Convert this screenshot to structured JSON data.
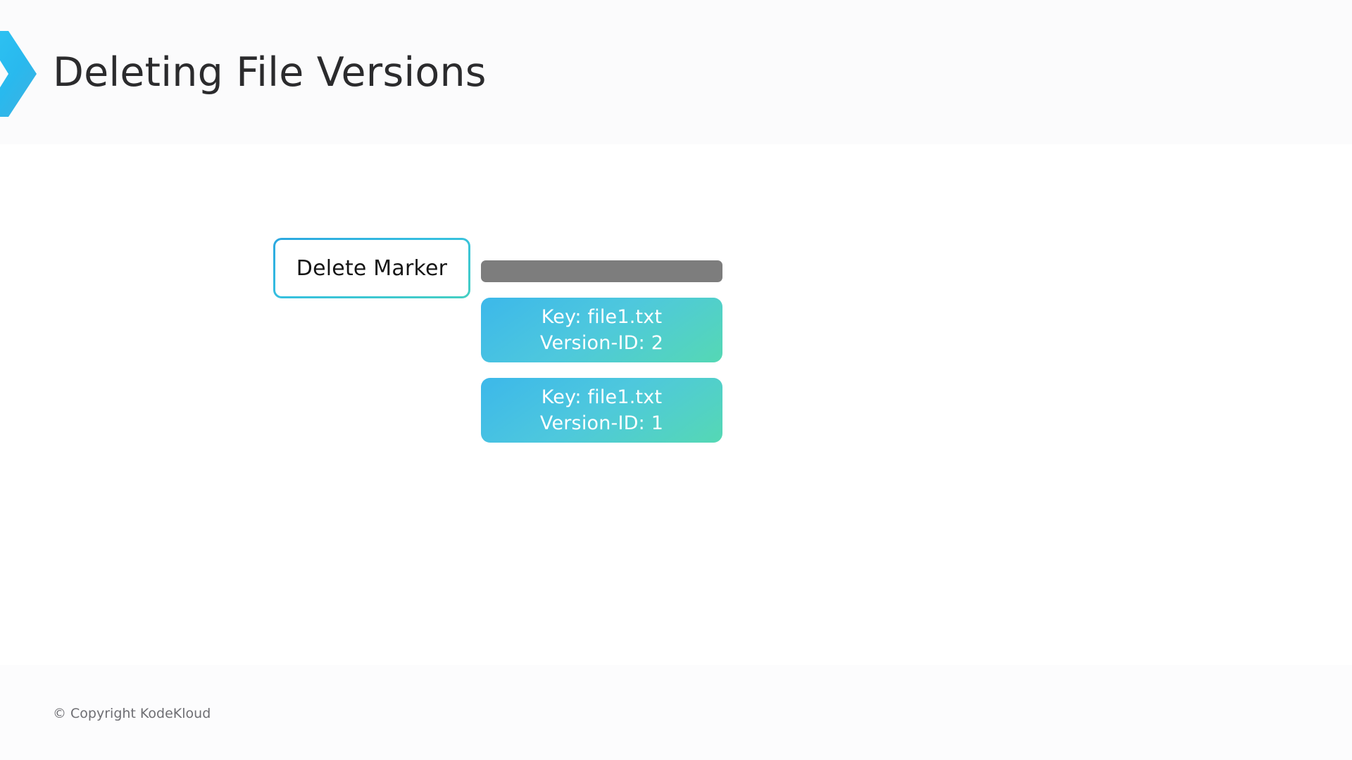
{
  "header": {
    "title": "Deleting File Versions",
    "logo_icon": "chevron-right-icon",
    "accent_start": "#2bb8ef",
    "accent_end": "#3fb6d8"
  },
  "diagram": {
    "delete_marker_box": {
      "label": "Delete Marker",
      "border_gradient_start": "#2ba7e0",
      "border_gradient_end": "#45cfc2",
      "background": "#ffffff",
      "text_color": "#161616"
    },
    "delete_marker_bar": {
      "label": "",
      "color": "#7d7d7d"
    },
    "versions": [
      {
        "key_line": "Key: file1.txt",
        "version_line": "Version-ID: 2",
        "gradient_start": "#3cb8ea",
        "gradient_end": "#55d8b4"
      },
      {
        "key_line": "Key: file1.txt",
        "version_line": "Version-ID: 1",
        "gradient_start": "#3cb8ea",
        "gradient_end": "#55d8b4"
      }
    ]
  },
  "footer": {
    "copyright": "© Copyright KodeKloud",
    "text_color": "#6e6e73"
  }
}
